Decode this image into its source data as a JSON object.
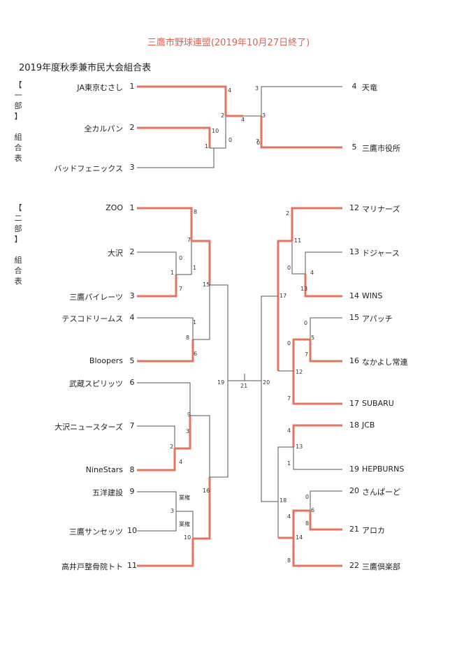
{
  "header": {
    "subtitle": "三鷹市野球連盟(2019年10月27日終了)",
    "title": "2019年度秋季兼市民大会組合表"
  },
  "division1": {
    "label": "【一部】組合表",
    "label_chars": [
      "【",
      "一",
      "部",
      "】",
      "",
      "組",
      "合",
      "表"
    ],
    "teams": [
      {
        "seed": "1",
        "name": "JA東京むさし"
      },
      {
        "seed": "2",
        "name": "全カルパン"
      },
      {
        "seed": "3",
        "name": "バッドフェニックス"
      },
      {
        "seed": "4",
        "name": "天竜"
      },
      {
        "seed": "5",
        "name": "三鷹市役所"
      }
    ],
    "scores": [
      "4",
      "2",
      "10",
      "1",
      "0",
      "3",
      "0",
      "3",
      "7",
      "4"
    ]
  },
  "division2": {
    "label": "【二部】組合表",
    "label_chars": [
      "【",
      "二",
      "部",
      "】",
      "",
      "組",
      "合",
      "表"
    ],
    "teams": [
      {
        "seed": "1",
        "name": "ZOO"
      },
      {
        "seed": "2",
        "name": "大沢"
      },
      {
        "seed": "3",
        "name": "三鷹パイレーツ"
      },
      {
        "seed": "4",
        "name": "テスコドリームス"
      },
      {
        "seed": "5",
        "name": "Bloopers"
      },
      {
        "seed": "6",
        "name": "武蔵スピリッツ"
      },
      {
        "seed": "7",
        "name": "大沢ニュースターズ"
      },
      {
        "seed": "8",
        "name": "NineStars"
      },
      {
        "seed": "9",
        "name": "五洋建設"
      },
      {
        "seed": "10",
        "name": "三鷹サンセッツ"
      },
      {
        "seed": "11",
        "name": "高井戸整骨院トト"
      },
      {
        "seed": "12",
        "name": "マリナーズ"
      },
      {
        "seed": "13",
        "name": "ドジャース"
      },
      {
        "seed": "14",
        "name": "WINS"
      },
      {
        "seed": "15",
        "name": "アパッチ"
      },
      {
        "seed": "16",
        "name": "なかよし常連"
      },
      {
        "seed": "17",
        "name": "SUBARU"
      },
      {
        "seed": "18",
        "name": "JCB"
      },
      {
        "seed": "19",
        "name": "HEPBURNS"
      },
      {
        "seed": "20",
        "name": "さんぱーど"
      },
      {
        "seed": "21",
        "name": "アロカ"
      },
      {
        "seed": "22",
        "name": "三鷹倶楽部"
      }
    ],
    "scores": [
      "8",
      "7",
      "0",
      "1",
      "1",
      "7",
      "1",
      "8",
      "6",
      "3",
      "2",
      "4",
      "9",
      "業権",
      "3",
      "業権",
      "10",
      "15",
      "16",
      "19",
      "21",
      "20",
      "17",
      "18",
      "2",
      "11",
      "0",
      "4",
      "13",
      "0",
      "5",
      "7",
      "0",
      "12",
      "7",
      "4",
      "13",
      "1",
      "0",
      "6",
      "8",
      "4",
      "14",
      "8"
    ]
  },
  "colors": {
    "winner_line": "#e5735f",
    "normal_line": "#555555",
    "subtitle": "#e0614f"
  }
}
